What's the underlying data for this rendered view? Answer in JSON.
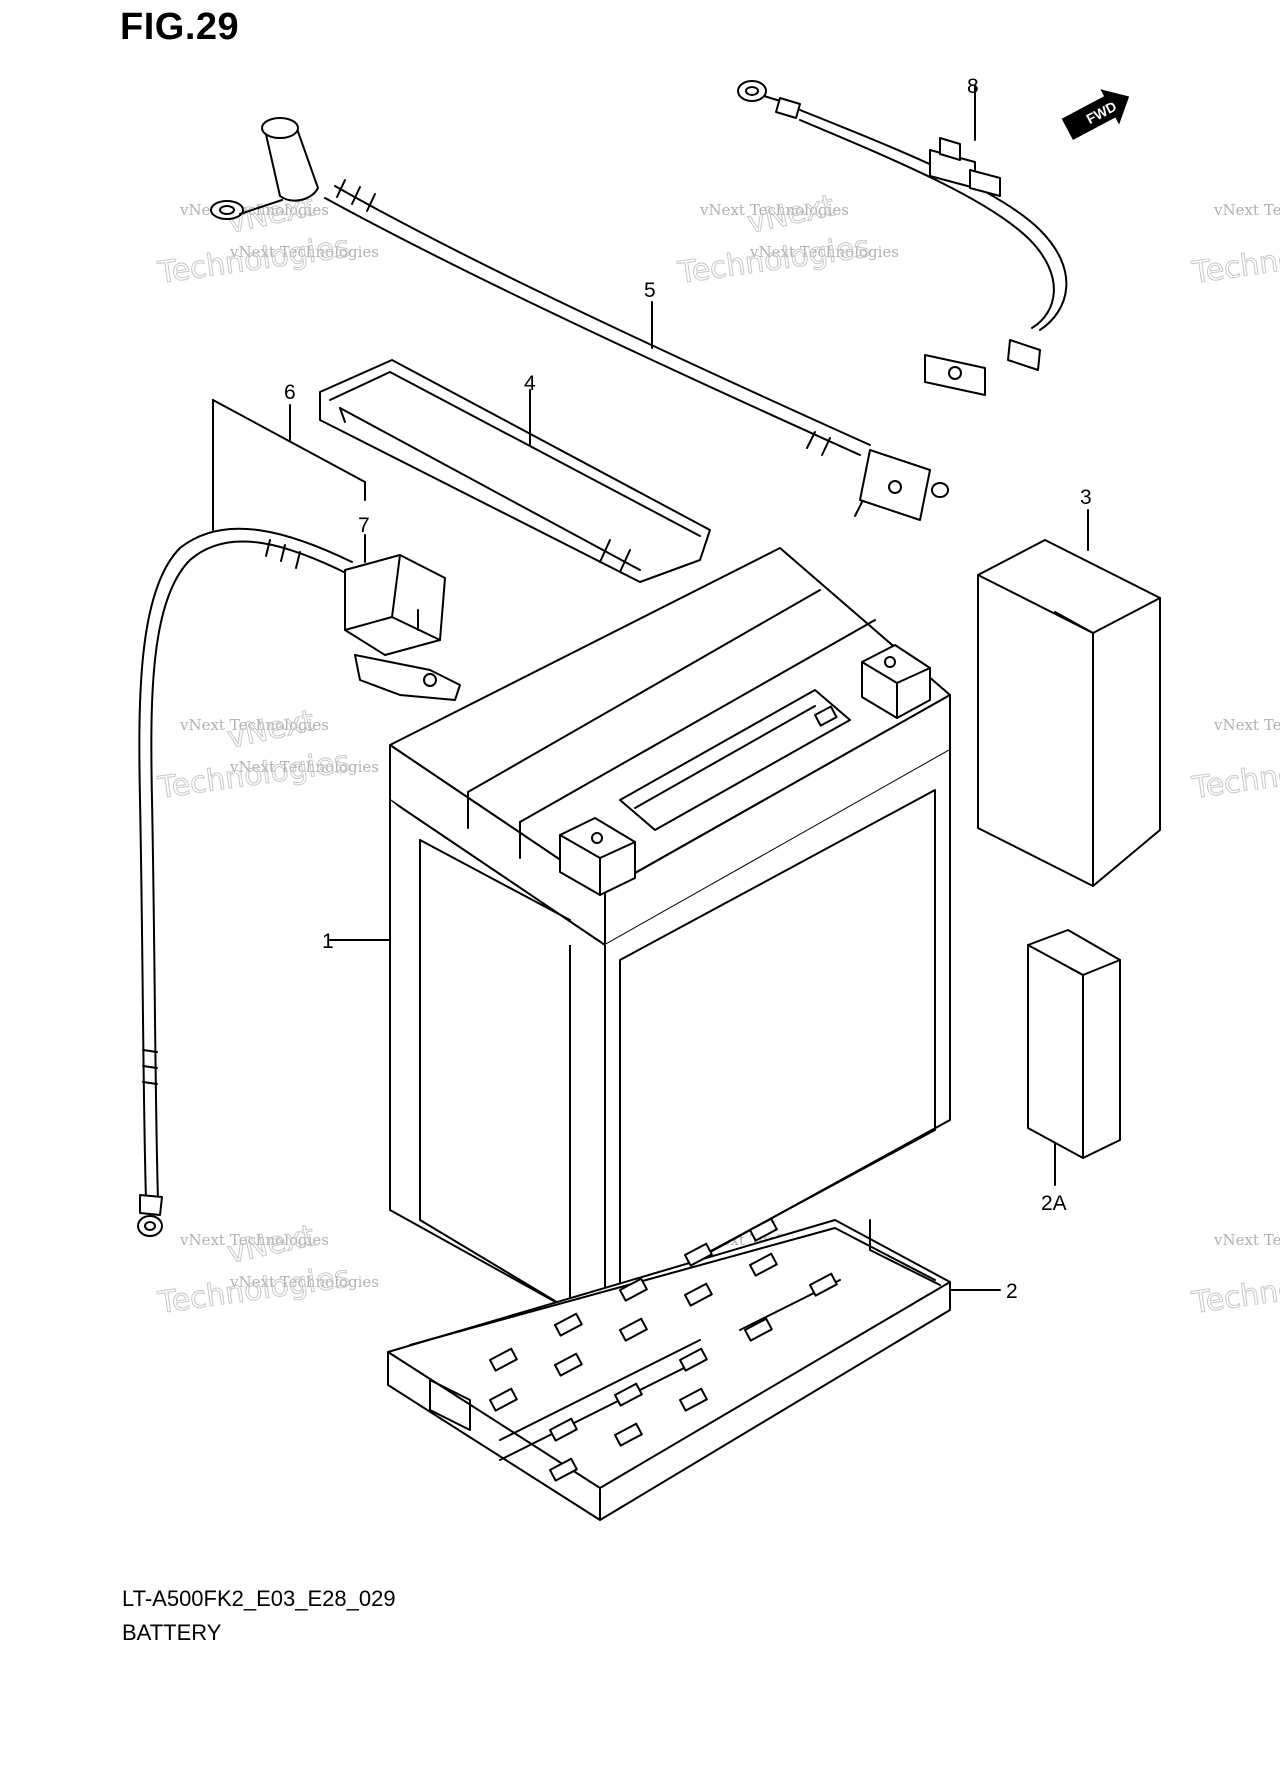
{
  "figure": {
    "title": "FIG.29"
  },
  "footer": {
    "code": "LT-A500FK2_E03_E28_029",
    "caption": "BATTERY"
  },
  "direction_badge": {
    "label": "FWD"
  },
  "watermark": {
    "line1": "vNext Technologies",
    "line2": "Technologies",
    "line3": "vNext"
  },
  "callouts": [
    "1",
    "2",
    "2A",
    "3",
    "4",
    "5",
    "6",
    "7",
    "8"
  ]
}
